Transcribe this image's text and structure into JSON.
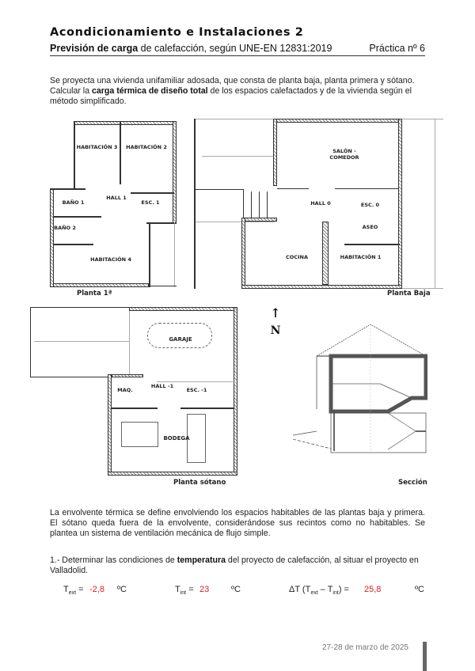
{
  "header": {
    "course_title": "Acondicionamiento e Instalaciones 2",
    "subtitle_bold": "Previsión de carga",
    "subtitle_rest": " de calefacción, según UNE-EN 12831:2019",
    "practice": "Práctica nº 6"
  },
  "intro": {
    "line1": "Se proyecta una vivienda unifamiliar adosada, que consta de planta baja, planta primera y sótano.",
    "line2_pre": "Calcular la ",
    "line2_bold": "carga térmica de diseño total",
    "line2_post": " de los espacios calefactados y de la vivienda según el método simplificado."
  },
  "drawings": {
    "planta_primera": {
      "label": "Planta 1ª",
      "rooms": [
        "HABITACIÓN 3",
        "HABITACIÓN 2",
        "HALL 1",
        "BAÑO 1",
        "ESC. 1",
        "BAÑO 2",
        "HABITACIÓN 4"
      ]
    },
    "planta_baja": {
      "label": "Planta Baja",
      "rooms": [
        "SALÓN - COMEDOR",
        "HALL 0",
        "ESC. 0",
        "ASEO",
        "COCINA",
        "HABITACIÓN 1"
      ]
    },
    "planta_sotano": {
      "label": "Planta sótano",
      "rooms": [
        "GARAJE",
        "MAQ.",
        "HALL -1",
        "ESC. -1",
        "BODEGA"
      ]
    },
    "seccion": {
      "label": "Sección"
    },
    "north": {
      "arrow": "↑",
      "label": "N"
    }
  },
  "envelope": {
    "text": "La envolvente térmica se define envolviendo los espacios habitables de las plantas baja y primera. El sótano queda fuera de la envolvente, considerándose sus recintos como no habitables. Se plantea un sistema de ventilación mecánica de flujo simple."
  },
  "question1": {
    "pre": "1.- Determinar las condiciones de ",
    "bold": "temperatura",
    "post": " del proyecto de calefacción, al situar el proyecto en Valladolid."
  },
  "temperatures": {
    "t_ext_label": "T",
    "t_ext_sub": "ext",
    "t_ext_value": "-2,8",
    "t_int_label": "T",
    "t_int_sub": "int",
    "t_int_value": "23",
    "delta_label": "ΔT (T",
    "delta_sub1": "ext",
    "delta_mid": " – T",
    "delta_sub2": "int",
    "delta_close": ") = ",
    "delta_value": "25,8",
    "unit": "ºC",
    "equals": " = ",
    "value_color": "#e02020"
  },
  "footer": {
    "date": "27-28 de marzo de 2025"
  }
}
